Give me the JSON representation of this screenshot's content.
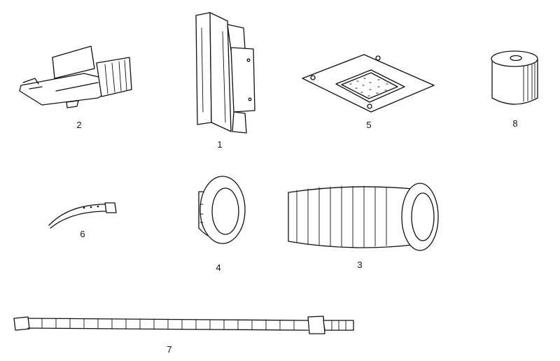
{
  "parts": [
    {
      "id": "part-1",
      "label": "1"
    },
    {
      "id": "part-2",
      "label": "2"
    },
    {
      "id": "part-3",
      "label": "3"
    },
    {
      "id": "part-4",
      "label": "4"
    },
    {
      "id": "part-5",
      "label": "5"
    },
    {
      "id": "part-6",
      "label": "6"
    },
    {
      "id": "part-7",
      "label": "7"
    },
    {
      "id": "part-8",
      "label": "8"
    }
  ],
  "colors": {
    "ink": "#111111",
    "paper": "#ffffff"
  }
}
